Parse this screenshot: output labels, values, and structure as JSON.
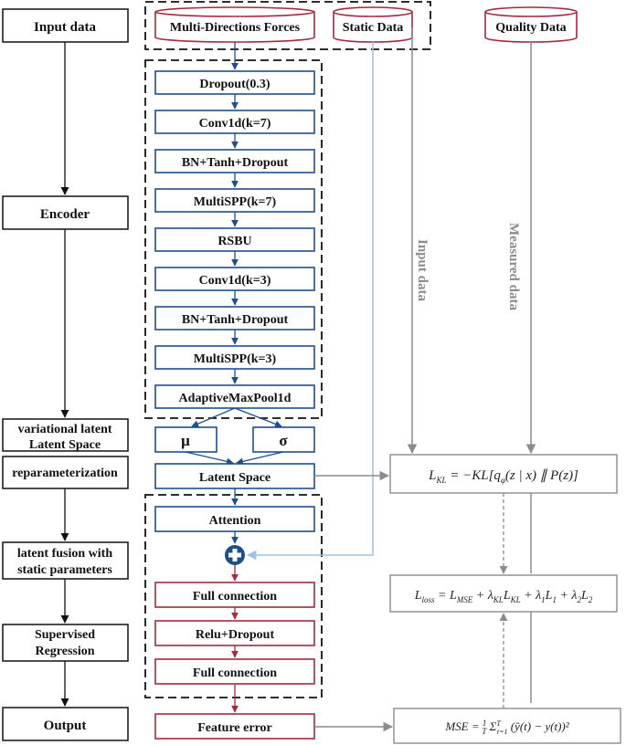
{
  "stages": [
    {
      "key": "input",
      "label_lines": [
        "Input data"
      ]
    },
    {
      "key": "encoder",
      "label_lines": [
        "Encoder"
      ]
    },
    {
      "key": "latent",
      "label_lines": [
        "variational latent",
        "Latent Space"
      ]
    },
    {
      "key": "reparam",
      "label_lines": [
        "reparameterization"
      ]
    },
    {
      "key": "fusion",
      "label_lines": [
        "latent fusion with",
        "static parameters"
      ]
    },
    {
      "key": "regression",
      "label_lines": [
        "Supervised",
        "Regression"
      ]
    },
    {
      "key": "output",
      "label_lines": [
        "Output"
      ]
    }
  ],
  "sources": {
    "forces": "Multi-Directions Forces",
    "static": "Static Data",
    "quality": "Quality Data"
  },
  "encoder_layers": [
    "Dropout(0.3)",
    "Conv1d(k=7)",
    "BN+Tanh+Dropout",
    "MultiSPP(k=7)",
    "RSBU",
    "Conv1d(k=3)",
    "BN+Tanh+Dropout",
    "MultiSPP(k=3)",
    "AdaptiveMaxPool1d"
  ],
  "latent": {
    "mu": "μ",
    "sigma": "σ",
    "space": "Latent Space"
  },
  "attention": "Attention",
  "fusion_symbol": "+",
  "regression_layers": [
    "Full connection",
    "Relu+Dropout",
    "Full connection"
  ],
  "output_box": "Feature error",
  "vertical_labels": {
    "input": "Input data",
    "measured": "Measured data"
  },
  "equations": {
    "kl": "L_KL = −KL[q_φ(z | x) ∥ P(z)]",
    "loss": "L_loss = L_MSE + λ_KL L_KL + λ_1 L_1 + λ_2 L_2",
    "mse": "MSE = (1/T) Σ_{t=1}^{T} (ŷ(t) − y(t))²"
  },
  "colors": {
    "blue": "#1f4e8c",
    "red": "#a52a3c",
    "gray": "#8c8c8c",
    "light_blue": "#9cc3e4",
    "black": "#111111"
  }
}
